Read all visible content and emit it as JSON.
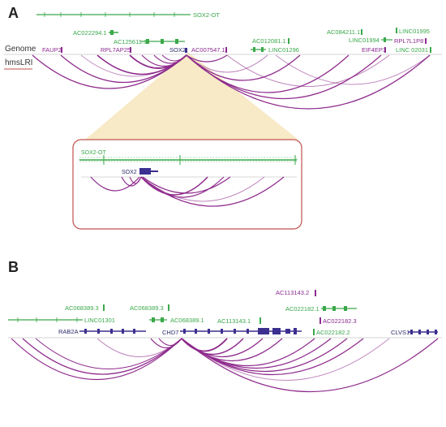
{
  "panel_a": {
    "letter": "A",
    "track_labels": {
      "genome": "Genome",
      "hmslri": "hmsLRI"
    },
    "genes": {
      "sox2_ot": "SOX2-OT",
      "ac022294": "AC022294.1",
      "ac125611": "AC125611.1",
      "faup2": "FAUP2",
      "rpl7ap25": "RPL7AP25",
      "sox2": "SOX2",
      "ac007547": "AC007547.1",
      "ac012081": "AC012081.1",
      "linc01296": "LINC01296",
      "ac084211": "AC084211.1",
      "linc01995": "LINC01995",
      "linc01994": "LINC01994",
      "eif4e3p3": "EIF4EP3",
      "rpl7l1p8": "RPL7L1P8",
      "linc02031": "LINC 02031"
    },
    "inset": {
      "sox2_ot": "SOX2-OT",
      "sox2": "SOX2"
    }
  },
  "panel_b": {
    "letter": "B",
    "genes": {
      "ac113143_2": "AC113143.2",
      "ac068389_3a": "AC068389.3",
      "ac068389_3b": "AC068389.3",
      "ac022182_1": "AC022182.1",
      "linc01301": "LINC01301",
      "ac068389_1": "AC068389.1",
      "ac113143_1": "AC113143.1",
      "ac022182_3": "AC022182.3",
      "rab2a": "RAB2A",
      "chd7": "CHD7",
      "ac022182_2": "AC022182.2",
      "clvs1": "CLVS1"
    }
  },
  "colors": {
    "green": "#3aa84a",
    "purple": "#8a2a8f",
    "navy": "#3b2f8f",
    "arc": "#8e2a8c",
    "inset_border": "#c0504d",
    "fan": "#f6e3b4"
  }
}
